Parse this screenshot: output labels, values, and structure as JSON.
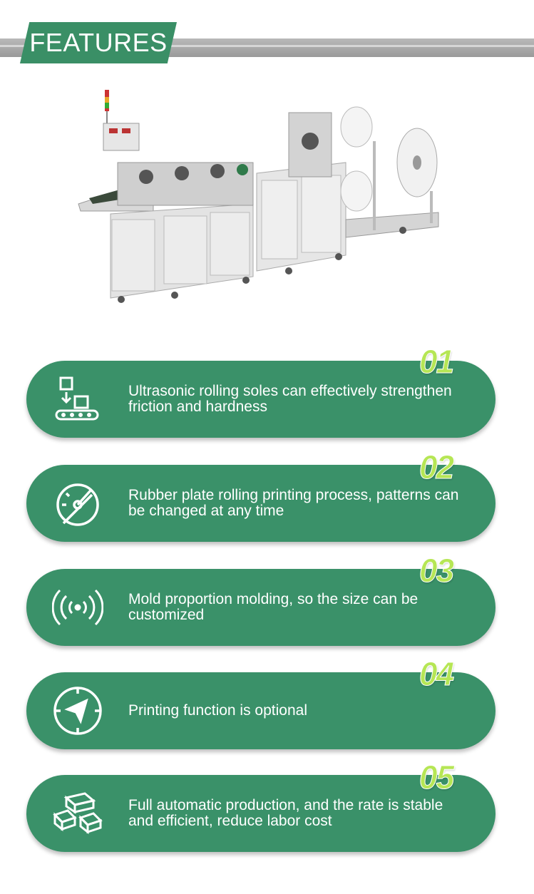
{
  "header": {
    "title": "FEATURES"
  },
  "features": [
    {
      "number": "01",
      "text": "Ultrasonic rolling soles can effectively strengthen friction and hardness",
      "icon": "conveyor-box-icon"
    },
    {
      "number": "02",
      "text": "Rubber plate rolling printing process, patterns can be changed at any time",
      "icon": "gauge-icon"
    },
    {
      "number": "03",
      "text": "Mold proportion molding, so the size can be customized",
      "icon": "signal-waves-icon"
    },
    {
      "number": "04",
      "text": "Printing function is optional",
      "icon": "compass-icon"
    },
    {
      "number": "05",
      "text": "Full automatic production, and the rate is stable and efficient, reduce labor cost",
      "icon": "gold-bars-icon"
    }
  ],
  "colors": {
    "green": "#3a9169",
    "accent_number": "#b6e655",
    "header_bar": "#a9a9a9"
  }
}
